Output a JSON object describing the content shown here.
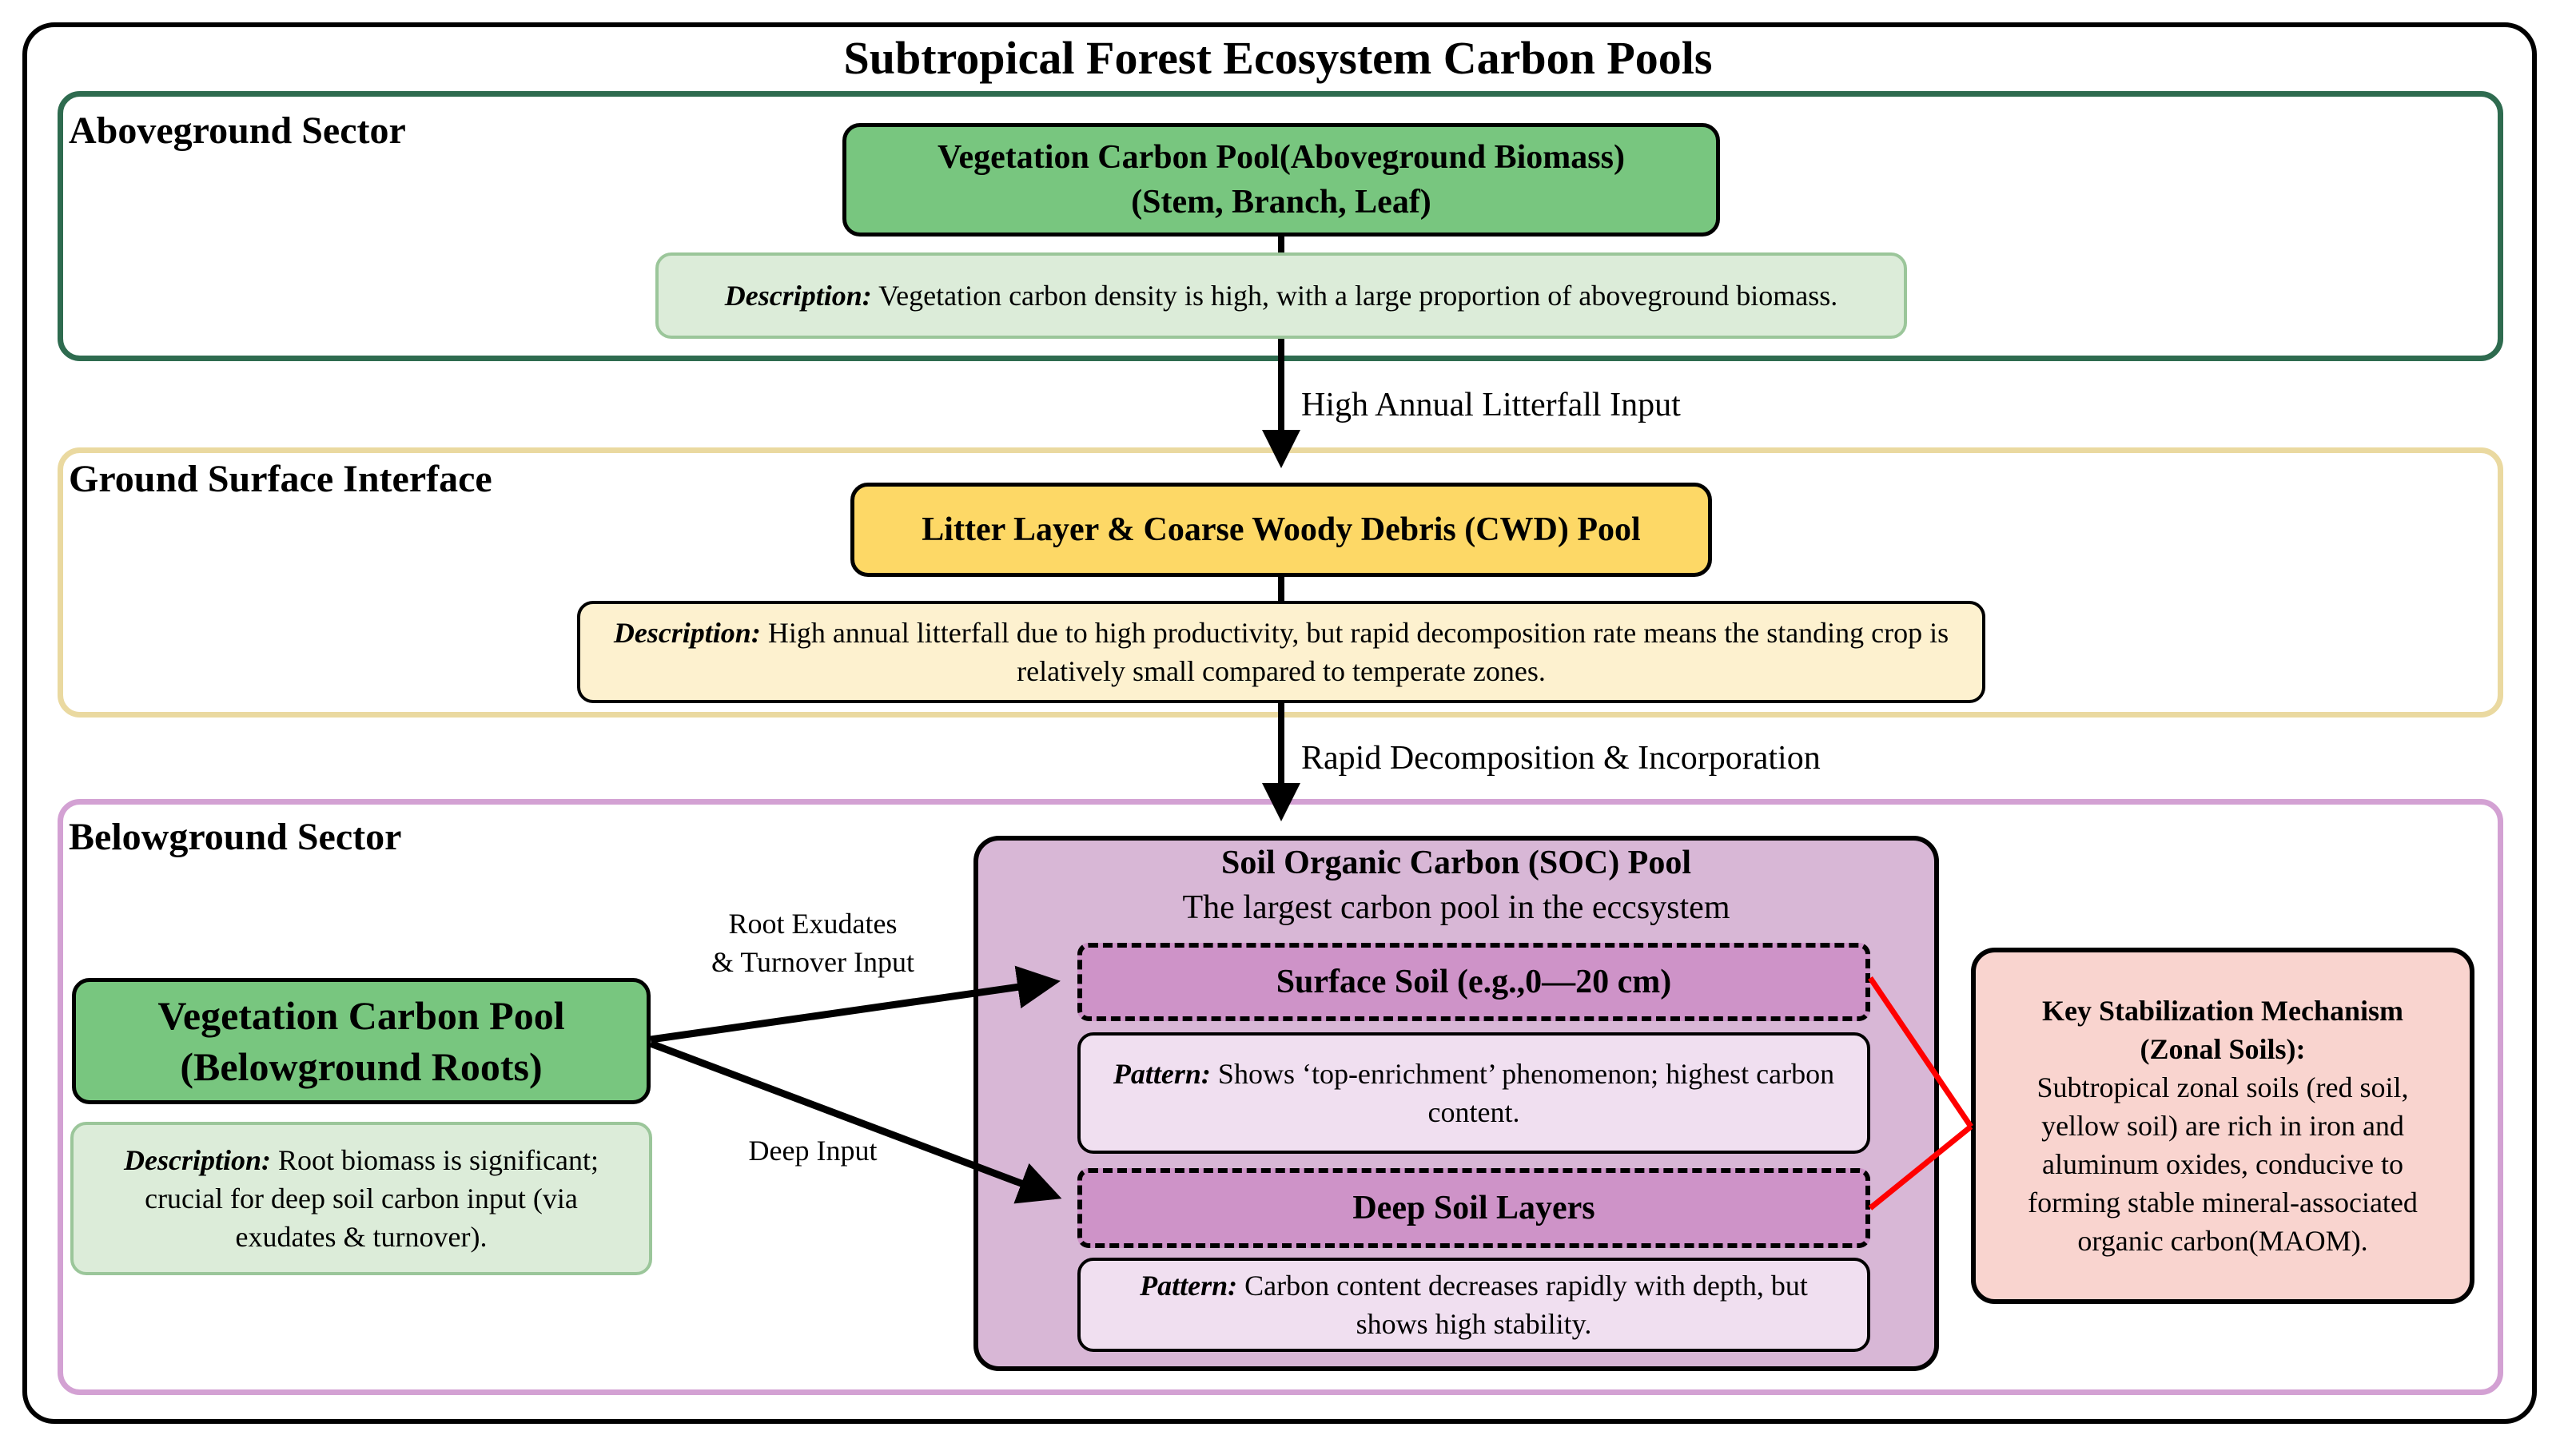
{
  "title": "Subtropical Forest Ecosystem Carbon Pools",
  "colors": {
    "above_border": "#2e6b4f",
    "ground_border": "#ead9a0",
    "below_border": "#d3a1d3",
    "veg_fill": "#78c67f",
    "veg_desc_fill": "#dcecd9",
    "litter_fill": "#fdd866",
    "litter_desc_fill": "#fdf1cf",
    "soc_fill": "#d8b7d6",
    "soil_layer_fill": "#ce93c8",
    "pattern_fill": "#f0dff0",
    "key_fill": "#f9d4cf",
    "red_line": "#ff0000"
  },
  "sectors": {
    "above": {
      "title": "Aboveground Sector",
      "pool_line1": "Vegetation Carbon Pool(Aboveground Biomass)",
      "pool_line2": "(Stem, Branch, Leaf)",
      "desc_label": "Description:",
      "desc_text": " Vegetation carbon density is high, with a large proportion of aboveground biomass."
    },
    "ground": {
      "title": "Ground Surface Interface",
      "pool": "Litter Layer & Coarse Woody Debris (CWD) Pool",
      "desc_label": "Description:",
      "desc_text": " High annual litterfall due to high productivity, but rapid decomposition rate means the standing crop is relatively small compared to temperate zones."
    },
    "below": {
      "title": "Belowground Sector",
      "veg_line1": "Vegetation Carbon Pool",
      "veg_line2": "(Belowground Roots)",
      "veg_desc_label": "Description:",
      "veg_desc_text": " Root biomass is significant; crucial for deep soil carbon input (via exudates & turnover).",
      "soc_title": "Soil Organic Carbon (SOC) Pool",
      "soc_subtitle": "The largest carbon pool in the eccsystem",
      "surface_soil": "Surface Soil (e.g.,0—20 cm)",
      "surface_pattern_label": "Pattern:",
      "surface_pattern_text": " Shows ‘top-enrichment’ phenomenon; highest carbon content.",
      "deep_soil": "Deep Soil Layers",
      "deep_pattern_label": "Pattern:",
      "deep_pattern_text": " Carbon content decreases rapidly with depth, but shows high stability.",
      "key_title1": "Key Stabilization Mechanism",
      "key_title2": "(Zonal Soils):",
      "key_text": "Subtropical zonal soils (red soil, yellow soil) are rich in iron and aluminum oxides, conducive to forming stable mineral-associated organic carbon(MAOM)."
    }
  },
  "flows": {
    "litterfall": "High Annual Litterfall Input",
    "decomposition": "Rapid Decomposition & Incorporation",
    "root_exudates_line1": "Root Exudates",
    "root_exudates_line2": "& Turnover Input",
    "deep_input": "Deep Input"
  }
}
